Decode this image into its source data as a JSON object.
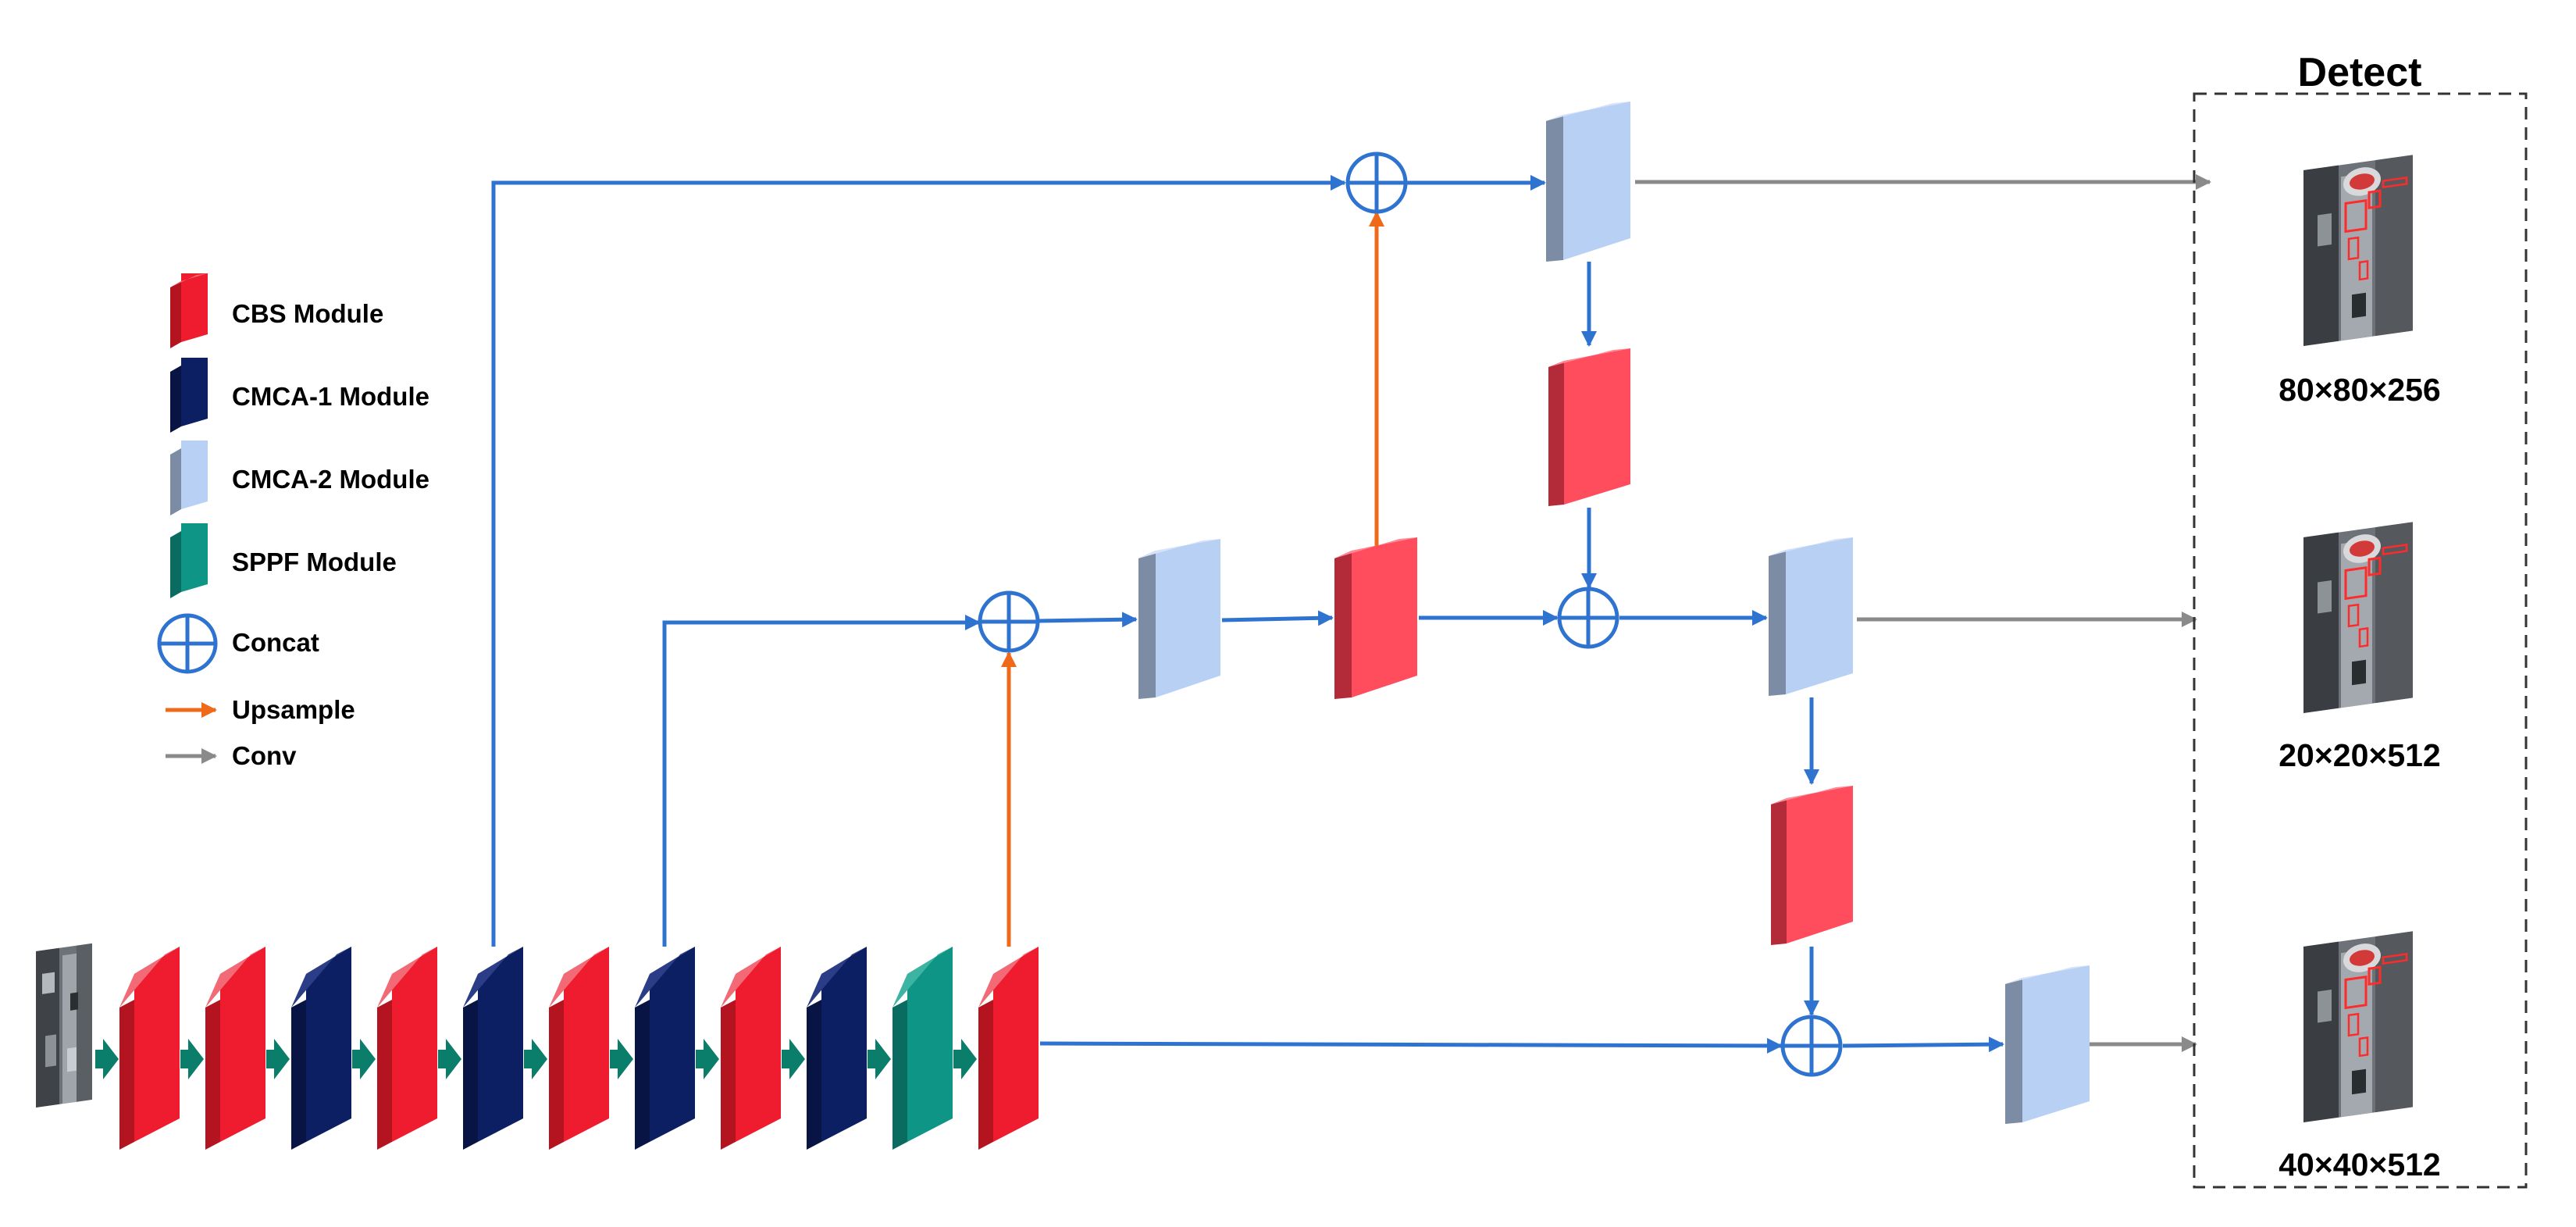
{
  "legend": {
    "cbs": "CBS Module",
    "cmca1": "CMCA-1 Module",
    "cmca2": "CMCA-2  Module",
    "sppf": "SPPF Module",
    "concat": "Concat",
    "upsample": "Upsample",
    "conv": "Conv"
  },
  "detect": {
    "title": "Detect",
    "outputs": [
      "80×80×256",
      "20×20×512",
      "40×40×512"
    ]
  },
  "colors": {
    "cbs": "#ee1c2e",
    "cbs_neck": "#ff4d5e",
    "cmca1": "#0d1f63",
    "cmca2": "#b8d0f4",
    "sppf": "#0f9585",
    "line_blue": "#2f73d1",
    "upsample": "#ee6a1a",
    "conv": "#8a8a8a",
    "step_arrow": "#0b7d6b"
  },
  "backbone_sequence": [
    "input-image",
    "CBS",
    "CBS",
    "CMCA-1",
    "CBS",
    "CMCA-1",
    "CBS",
    "CMCA-1",
    "CBS",
    "CMCA-1",
    "SPPF",
    "CBS"
  ],
  "icons": [
    "concat-icon",
    "upsample-arrow-icon",
    "conv-arrow-icon",
    "detection-image-icon"
  ]
}
